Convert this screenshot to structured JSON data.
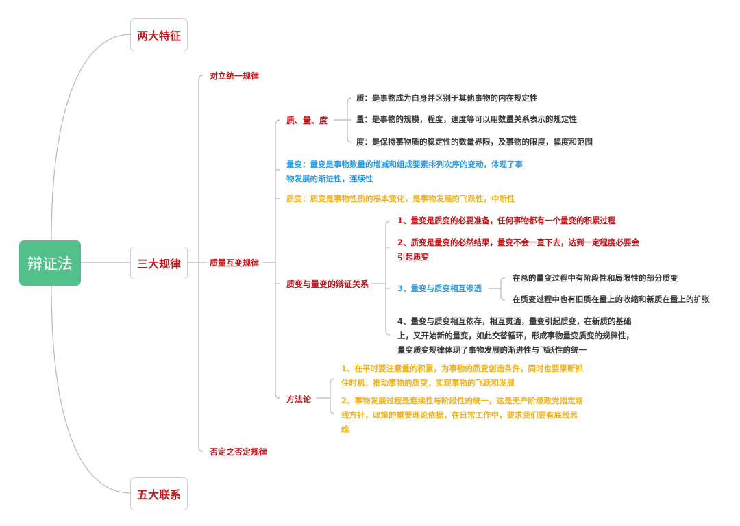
{
  "root": {
    "label": "辩证法",
    "color": "#52c08a"
  },
  "branches": [
    {
      "label": "两大特征"
    },
    {
      "label": "三大规律"
    },
    {
      "label": "五大联系"
    }
  ],
  "laws": [
    {
      "label": "对立统一规律"
    },
    {
      "label": "质量互变规律"
    },
    {
      "label": "否定之否定规律"
    }
  ],
  "quality_quantity": {
    "label": "质、量、度",
    "items": [
      "质：是事物成为自身并区别于其他事物的内在规定性",
      "量：是事物的规模，程度，速度等可以用数量关系表示的规定性",
      "度：是保持事物质的稳定性的数量界限，及事物的限度，幅度和范围"
    ]
  },
  "quantitative_change": {
    "line1": "量变：量变是事物数量的增减和组成要素排列次序的变动，体现了事",
    "line2": "物发展的渐进性，连续性"
  },
  "qualitative_change": "质变：质变是事物性质的根本变化，是事物发展的飞跃性，中断性",
  "dialectic_relation": {
    "label": "质变与量变的辩证关系",
    "item1": "1、量变是质变的必要准备，任何事物都有一个量变的积累过程",
    "item2_line1": "2、质变是量变的必然结果，量变不会一直下去，达到一定程度必要会",
    "item2_line2": "引起质变",
    "item3": {
      "label": "3、量变与质变相互渗透",
      "children": [
        "在总的量变过程中有阶段性和局限性的部分质变",
        "在质变过程中也有旧质在量上的收缩和新质在量上的扩张"
      ]
    },
    "item4_line1": "4、量变与质变相互依存，相互贯通，量变引起质变，在新质的基础",
    "item4_line2": "上，又开始新的量变，如此交替循环，形成事物量变质变的规律性，",
    "item4_line3": "量变质变规律体现了事物发展的渐进性与飞跃性的统一"
  },
  "methodology": {
    "label": "方法论",
    "item1_line1": "1、在平时要注意量的积累，为事物的质变创造条件，同时也要果断抓",
    "item1_line2": "住时机，推动事物的质变，实现事物的飞跃和发展",
    "item2_line1": "2、事物发展过程是连续性与阶段性的统一，这是无产阶级政党指定路",
    "item2_line2": "线方针，政策的重要理论依据，在日常工作中，要求我们要有底线思",
    "item2_line3": "维"
  },
  "colors": {
    "red": "#c0161d",
    "blue": "#2d9be0",
    "gold": "#f3b21d",
    "text": "#3a3a3a",
    "line": "#b5b5b5"
  }
}
